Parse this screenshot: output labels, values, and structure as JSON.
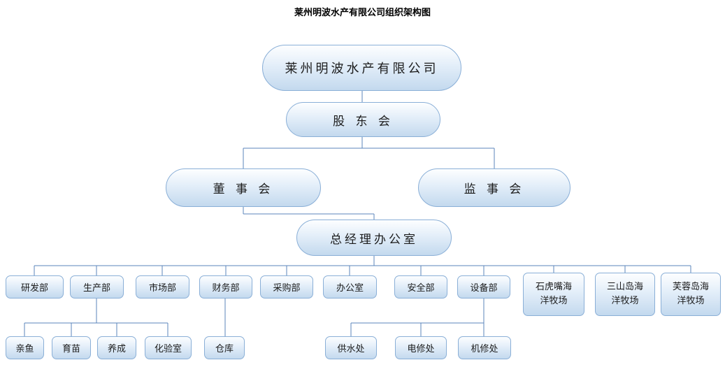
{
  "title": "莱州明波水产有限公司组织架构图",
  "nodes": {
    "company": "莱州明波水产有限公司",
    "shareholders": "股 东 会",
    "board": "董 事 会",
    "supervisory": "监 事 会",
    "gm_office": "总经理办公室"
  },
  "departments": [
    "研发部",
    "生产部",
    "市场部",
    "财务部",
    "采购部",
    "办公室",
    "安全部",
    "设备部",
    "石虎嘴海洋牧场",
    "三山岛海洋牧场",
    "芙蓉岛海洋牧场"
  ],
  "production_units": [
    "亲鱼",
    "育苗",
    "养成",
    "化验室"
  ],
  "finance_units": [
    "仓库"
  ],
  "equipment_units": [
    "供水处",
    "电修处",
    "机修处"
  ],
  "colors": {
    "line": "#5b86bb",
    "node_border": "#8aafd7",
    "node_fill_top": "#fdfeff",
    "node_fill_mid": "#e3eef9",
    "node_fill_bottom": "#c3d9ee"
  }
}
